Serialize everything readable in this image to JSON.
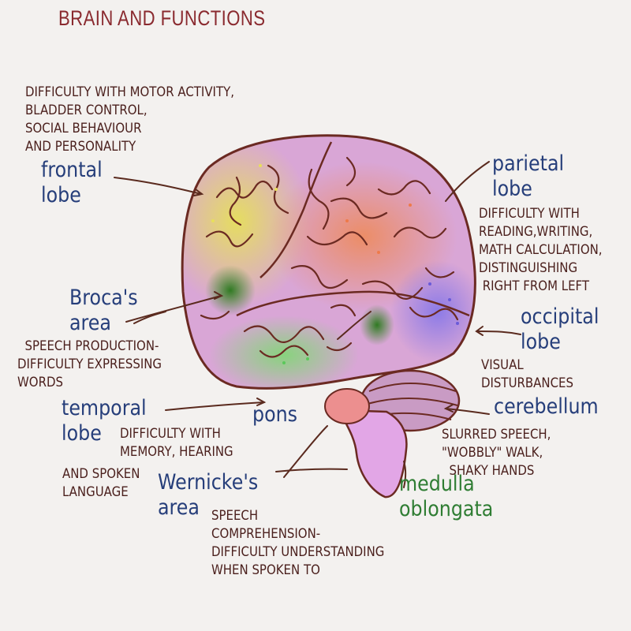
{
  "title": "BRAIN AND FUNCTIONS",
  "labels": {
    "frontal": "frontal\nlobe",
    "parietal": "parietal\nlobe",
    "broca": "Broca's\narea",
    "occipital": "occipital\nlobe",
    "temporal": "temporal\nlobe",
    "pons": "pons",
    "cerebellum": "cerebellum",
    "wernicke": "Wernicke's\narea",
    "medulla": "medulla\noblongata"
  },
  "descriptions": {
    "frontal": "DIFFICULTY WITH MOTOR ACTIVITY,\nBLADDER CONTROL,\nSOCIAL BEHAVIOUR\nAND PERSONALITY",
    "parietal": "DIFFICULTY WITH\nREADING,WRITING,\nMATH CALCULATION,\nDISTINGUISHING\n RIGHT FROM LEFT",
    "broca": "  SPEECH PRODUCTION-\nDIFFICULTY EXPRESSING\nWORDS",
    "occipital": "VISUAL\nDISTURBANCES",
    "temporal": "DIFFICULTY WITH\nMEMORY, HEARING",
    "temporal_cont": "AND SPOKEN\nLANGUAGE",
    "cerebellum": "SLURRED SPEECH,\n\"WOBBLY\" WALK,\n  SHAKY HANDS",
    "wernicke": "SPEECH\nCOMPREHENSION-\nDIFFICULTY UNDERSTANDING\nWHEN SPOKEN TO"
  },
  "colors": {
    "title": "#8a2a2f",
    "label": "#263e7a",
    "label_green": "#2f7d33",
    "description": "#4a1f1c",
    "brain_base": "#d9a6d6",
    "outline": "#6b2a22",
    "frontal_region": "#e6e05a",
    "parietal_region": "#ee8a5a",
    "occipital_region": "#8878e8",
    "temporal_region": "#7fd873",
    "broca_region": "#3d8a2c",
    "cerebellum_region": "#c99bc4",
    "pons_region": "#ec8f8f",
    "medulla_region": "#e2a6e6"
  }
}
